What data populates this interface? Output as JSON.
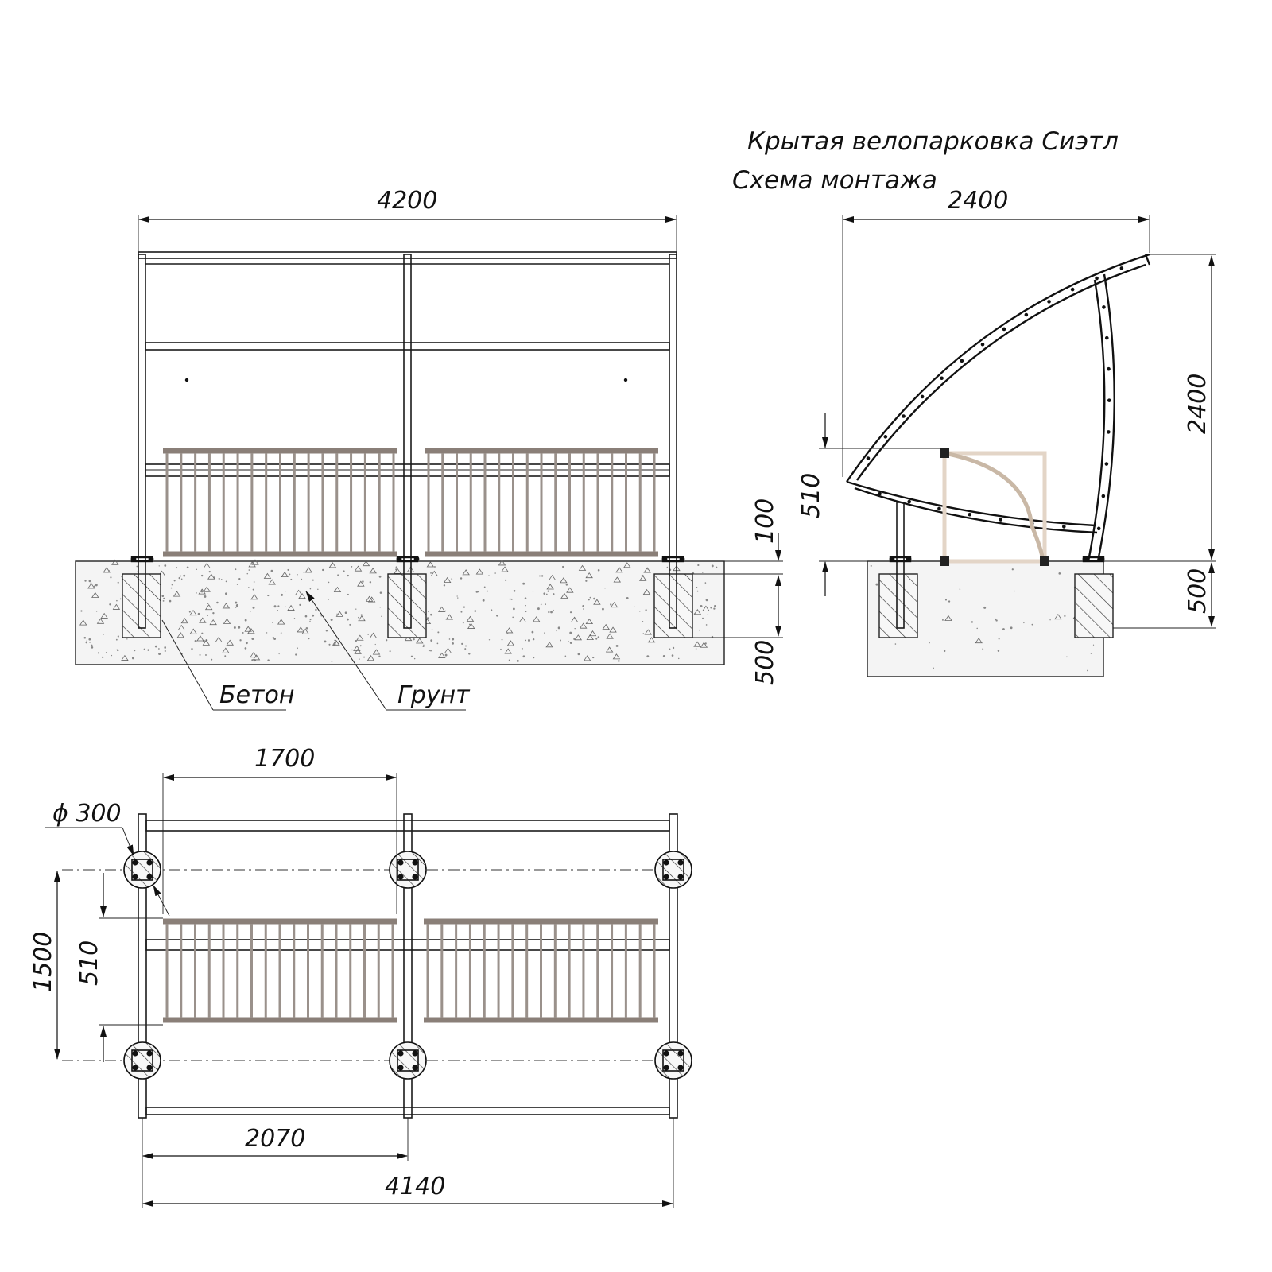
{
  "title": "Крытая велопарковка Сиэтл",
  "subtitle": "Схема монтажа",
  "front_view": {
    "width_label": "4200",
    "height_100_label": "100",
    "depth_500_label": "500",
    "concrete_label": "Бетон",
    "soil_label": "Грунт"
  },
  "side_view": {
    "width_label": "2400",
    "height_label": "2400",
    "rack_height_label": "510",
    "depth_label": "500"
  },
  "plan_view": {
    "rack_width_label": "1700",
    "pile_diameter_label": "ϕ 300",
    "depth_1500_label": "1500",
    "depth_510_label": "510",
    "half_span_label": "2070",
    "total_span_label": "4140"
  }
}
